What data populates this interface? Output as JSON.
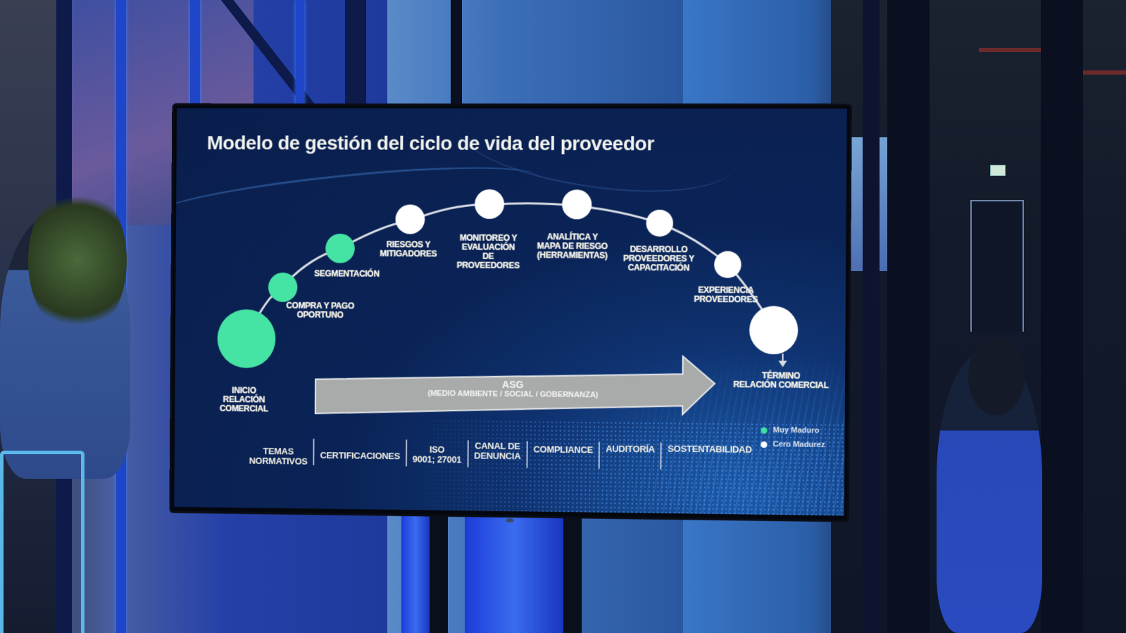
{
  "slide": {
    "title": "Modelo de gestión del ciclo de vida del proveedor"
  },
  "lifecycle": {
    "nodes": [
      {
        "label_lines": [
          "Inicio",
          "Relación",
          "Comercial"
        ],
        "status": "muy_maduro"
      },
      {
        "label_lines": [
          "Compra y pago",
          "oportuno"
        ],
        "status": "muy_maduro"
      },
      {
        "label_lines": [
          "Segmentación"
        ],
        "status": "muy_maduro"
      },
      {
        "label_lines": [
          "Riesgos y",
          "mitigadores"
        ],
        "status": "cero_madurez"
      },
      {
        "label_lines": [
          "Monitoreo y",
          "evaluación",
          "de",
          "proveedores"
        ],
        "status": "cero_madurez"
      },
      {
        "label_lines": [
          "Analítica y",
          "mapa de riesgo",
          "(herramientas)"
        ],
        "status": "cero_madurez"
      },
      {
        "label_lines": [
          "Desarrollo",
          "proveedores y",
          "capacitación"
        ],
        "status": "cero_madurez"
      },
      {
        "label_lines": [
          "Experiencia",
          "proveedores"
        ],
        "status": "cero_madurez"
      },
      {
        "label_lines": [
          "Término",
          "relación comercial"
        ],
        "status": "cero_madurez"
      }
    ]
  },
  "asg_arrow": {
    "title": "ASG",
    "subtitle": "(Medio ambiente / Social / Gobernanza)"
  },
  "bottom_topics": [
    {
      "lines": [
        "Temas",
        "normativos"
      ]
    },
    {
      "lines": [
        "Certificaciones"
      ]
    },
    {
      "lines": [
        "ISO",
        "9001; 27001"
      ]
    },
    {
      "lines": [
        "Canal de",
        "denuncia"
      ]
    },
    {
      "lines": [
        "Compliance"
      ]
    },
    {
      "lines": [
        "Auditoría"
      ]
    },
    {
      "lines": [
        "Sostentabilidad"
      ]
    }
  ],
  "legend": [
    {
      "label": "Muy Maduro",
      "color": "#3fe0a0",
      "icon": "green-dot-icon"
    },
    {
      "label": "Cero Madurez",
      "color": "#ffffff",
      "icon": "white-dot-icon"
    }
  ],
  "colors": {
    "mature_green": "#45e3a4",
    "immature_white": "#ffffff",
    "slide_bg": "#0a1e4c",
    "arrow_gray": "#a9abaa",
    "text": "#f4f2e6"
  }
}
